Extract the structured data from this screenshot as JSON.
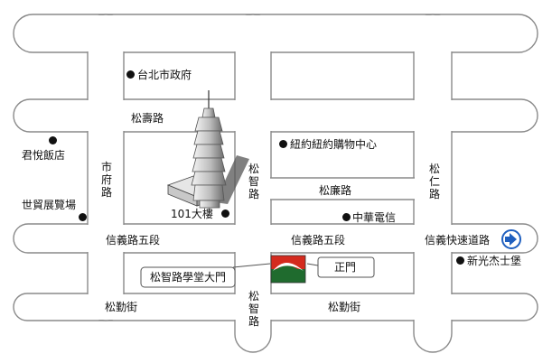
{
  "roads": {
    "songshou": "松壽路",
    "xinyi_left": "信義路五段",
    "xinyi_center": "信義路五段",
    "expressway": "信義快速道路",
    "songqin_left": "松勤街",
    "songqin_right": "松勤街",
    "shifu": "市府路",
    "songzhi_upper": "松智路",
    "songzhi_lower": "松智路",
    "songlian": "松廉路",
    "songren": "松仁路"
  },
  "landmarks": {
    "city_hall": "台北市政府",
    "grand_hyatt": "君悅飯店",
    "world_trade": "世貿展覽場",
    "taipei101": "101大樓",
    "new_york": "紐約紐約購物中心",
    "cht": "中華電信",
    "shin_kong": "新光杰士堡"
  },
  "callouts": {
    "gate_main": "正門",
    "gate_songzhi": "松智路學堂大門"
  },
  "colors": {
    "road_outline": "#8a8a8a",
    "logo_red": "#d42a1e",
    "logo_green": "#1f6b2e",
    "arrow_blue": "#1f5fbf"
  },
  "icons": {
    "marker": "black-dot",
    "direction": "right-arrow-circle",
    "tower": "taipei-101-tower"
  }
}
